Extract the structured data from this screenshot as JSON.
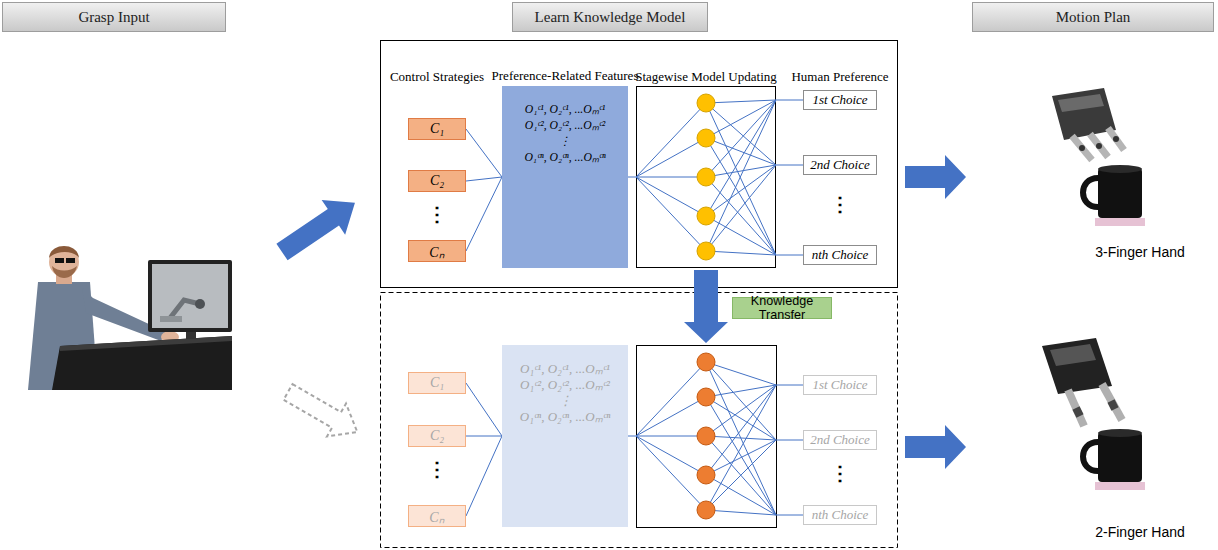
{
  "diagram": {
    "nodes": [
      {
        "text": [
          "Grasp Input"
        ]
      },
      {
        "text": [
          "Learn Knowledge Model"
        ]
      },
      {
        "text": [
          "Motion Plan"
        ]
      },
      {
        "text": [
          "C₁"
        ]
      },
      {
        "text": [
          "C₂"
        ]
      },
      {
        "text": [
          "Cₙ"
        ]
      },
      {
        "text": [
          "Preference-Related Features",
          "O₁ᶜ¹, O₂ᶜ¹, ...Oₘᶜ¹",
          "O₁ᶜ², O₂ᶜ², ...Oₘᶜ²",
          "⋮",
          "O₁ᶜⁿ, O₂ᶜⁿ, ...Oₘᶜⁿ"
        ]
      },
      {
        "text": [
          "Stagewise Model Updating"
        ]
      },
      {
        "text": [
          "1st Choice"
        ]
      },
      {
        "text": [
          "2nd Choice"
        ]
      },
      {
        "text": [
          "nth Choice"
        ]
      },
      {
        "text": [
          "Knowledge Transfer"
        ]
      },
      {
        "text": [
          "C₁"
        ]
      },
      {
        "text": [
          "C₂"
        ]
      },
      {
        "text": [
          "Cₙ"
        ]
      },
      {
        "text": [
          "O₁ᶜ¹, O₂ᶜ¹, ...Oₘᶜ¹",
          "O₁ᶜ², O₂ᶜ², ...Oₘᶜ²",
          "⋮",
          "O₁ᶜⁿ, O₂ᶜⁿ, ...Oₘᶜⁿ"
        ]
      },
      {
        "text": [
          "1st Choice"
        ]
      },
      {
        "text": [
          "2nd Choice"
        ]
      },
      {
        "text": [
          "nth Choice"
        ]
      }
    ],
    "edges": [
      {
        "from": 3,
        "to": 6,
        "arrow": "none"
      },
      {
        "from": 4,
        "to": 6,
        "arrow": "none"
      },
      {
        "from": 5,
        "to": 6,
        "arrow": "none"
      },
      {
        "from": 6,
        "to": 7,
        "arrow": "none"
      },
      {
        "from": 7,
        "to": 8,
        "arrow": "none"
      },
      {
        "from": 7,
        "to": 9,
        "arrow": "none"
      },
      {
        "from": 7,
        "to": 10,
        "arrow": "none"
      },
      {
        "from": 12,
        "to": 15,
        "arrow": "none"
      },
      {
        "from": 13,
        "to": 15,
        "arrow": "none"
      },
      {
        "from": 14,
        "to": 15,
        "arrow": "none"
      }
    ],
    "labels": [
      "Control Strategies",
      "Human Preference",
      "⋮",
      "⋮",
      "⋮",
      "⋮",
      "3-Finger Hand",
      "2-Finger Hand"
    ]
  }
}
